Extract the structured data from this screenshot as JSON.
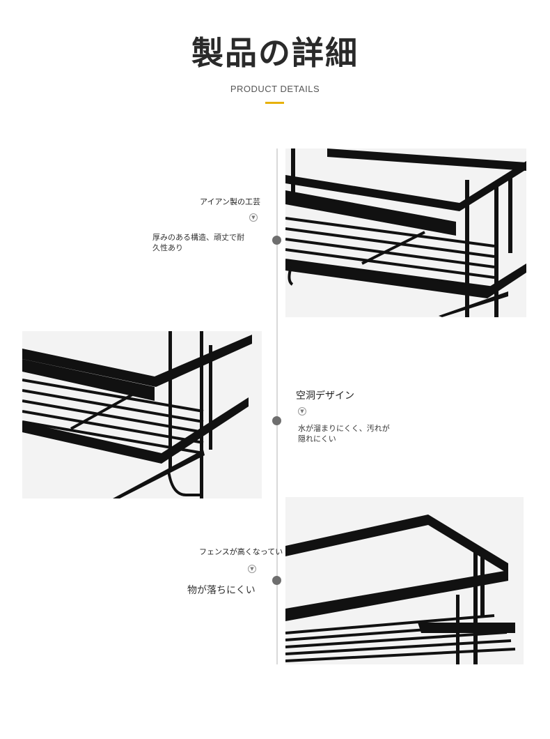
{
  "header": {
    "title": "製品の詳細",
    "subtitle": "PRODUCT DETAILS"
  },
  "colors": {
    "accent": "#e7b10a",
    "timeline": "#d9d9d9",
    "dot": "#6e6e6e",
    "rack": "#111111"
  },
  "features": [
    {
      "title": "アイアン製の工芸",
      "description_line1": "厚みのある構造、頑丈で耐",
      "description_line2": "久性あり",
      "icon": "chevron-down-circle-icon"
    },
    {
      "title": "空洞デザイン",
      "description_line1": "水が溜まりにくく、汚れが",
      "description_line2": "隠れにくい",
      "icon": "chevron-down-circle-icon"
    },
    {
      "title": "フェンスが高くなってい",
      "description_line1": "物が落ちにくい",
      "icon": "chevron-down-circle-icon"
    }
  ]
}
